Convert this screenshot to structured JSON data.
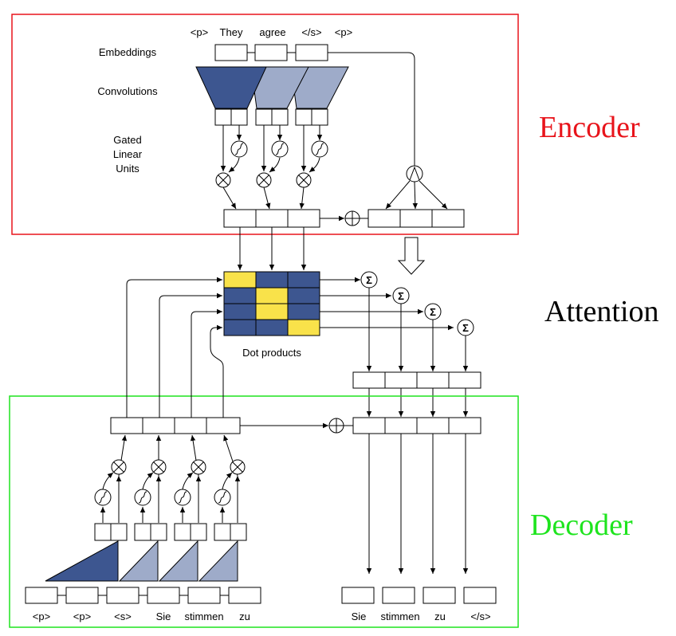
{
  "colors": {
    "dark_blue": "#3d5690",
    "light_blue": "#9eabc9",
    "yellow": "#f9e24a",
    "encoder": "#e8141b",
    "decoder": "#1ee41e",
    "line": "#000000"
  },
  "encoder": {
    "title": "Encoder",
    "tokens": [
      "<p>",
      "They",
      "agree",
      "</s>",
      "<p>"
    ],
    "labels": {
      "embeddings": "Embeddings",
      "convolutions": "Convolutions",
      "glu": [
        "Gated",
        "Linear",
        "Units"
      ]
    }
  },
  "attention": {
    "title": "Attention",
    "dot_products_label": "Dot products",
    "sum_symbol": "Σ",
    "matrix": [
      [
        "yellow",
        "dark_blue",
        "dark_blue"
      ],
      [
        "dark_blue",
        "yellow",
        "dark_blue"
      ],
      [
        "dark_blue",
        "yellow",
        "dark_blue"
      ],
      [
        "dark_blue",
        "dark_blue",
        "yellow"
      ]
    ]
  },
  "decoder": {
    "title": "Decoder",
    "input_tokens": [
      "<p>",
      "<p>",
      "<s>",
      "Sie",
      "stimmen",
      "zu"
    ],
    "output_tokens": [
      "Sie",
      "stimmen",
      "zu",
      "</s>"
    ]
  },
  "icons": {
    "multiply": "circle-times-icon",
    "add": "circle-plus-icon",
    "sigmoid": "sigmoid-icon",
    "sum": "sigma-icon",
    "avg": "caret-in-circle-icon",
    "flow": "hollow-down-arrow-icon"
  }
}
